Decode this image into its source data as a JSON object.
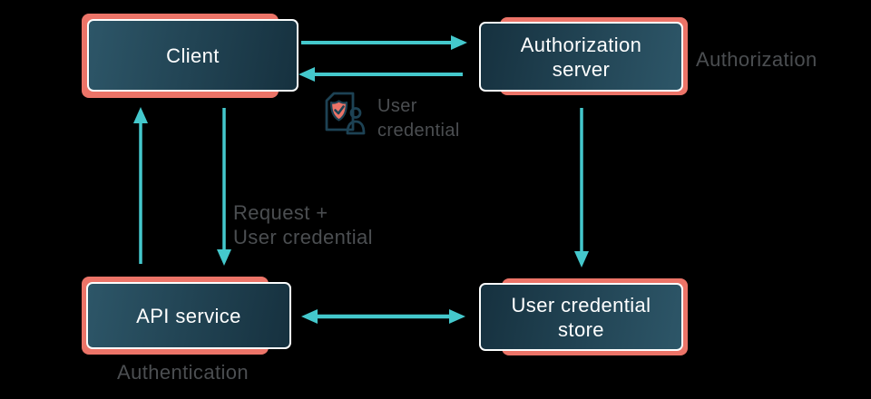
{
  "colors": {
    "background": "#000000",
    "accent_teal": "#44c8cc",
    "accent_red": "#ec7468",
    "node_border": "#fbfdfd",
    "node_text": "#ffffff",
    "label_gray": "#4b4e51",
    "node_gradient_light": "#2d5668",
    "node_gradient_dark": "#16313f",
    "icon_outline": "#1d4254"
  },
  "nodes": {
    "client": {
      "label": "Client"
    },
    "authorization_server": {
      "label": "Authorization\nserver"
    },
    "api_service": {
      "label": "API service"
    },
    "user_credential_store": {
      "label": "User credential\nstore"
    }
  },
  "annotations": {
    "authorization": "Authorization",
    "authentication": "Authentication",
    "user_credential": "User\ncredential",
    "request_user_credential": "Request +\nUser credential"
  },
  "icons": {
    "user_credential_icon": "document-with-shield-check-and-person"
  },
  "edges": [
    {
      "from": "client",
      "to": "authorization_server",
      "direction": "right"
    },
    {
      "from": "authorization_server",
      "to": "client",
      "direction": "left",
      "label": "User credential"
    },
    {
      "from": "client",
      "to": "api_service",
      "direction": "down",
      "label": "Request + User credential"
    },
    {
      "from": "api_service",
      "to": "client",
      "direction": "up"
    },
    {
      "from": "authorization_server",
      "to": "user_credential_store",
      "direction": "down"
    },
    {
      "from": "api_service",
      "to": "user_credential_store",
      "direction": "both"
    }
  ]
}
